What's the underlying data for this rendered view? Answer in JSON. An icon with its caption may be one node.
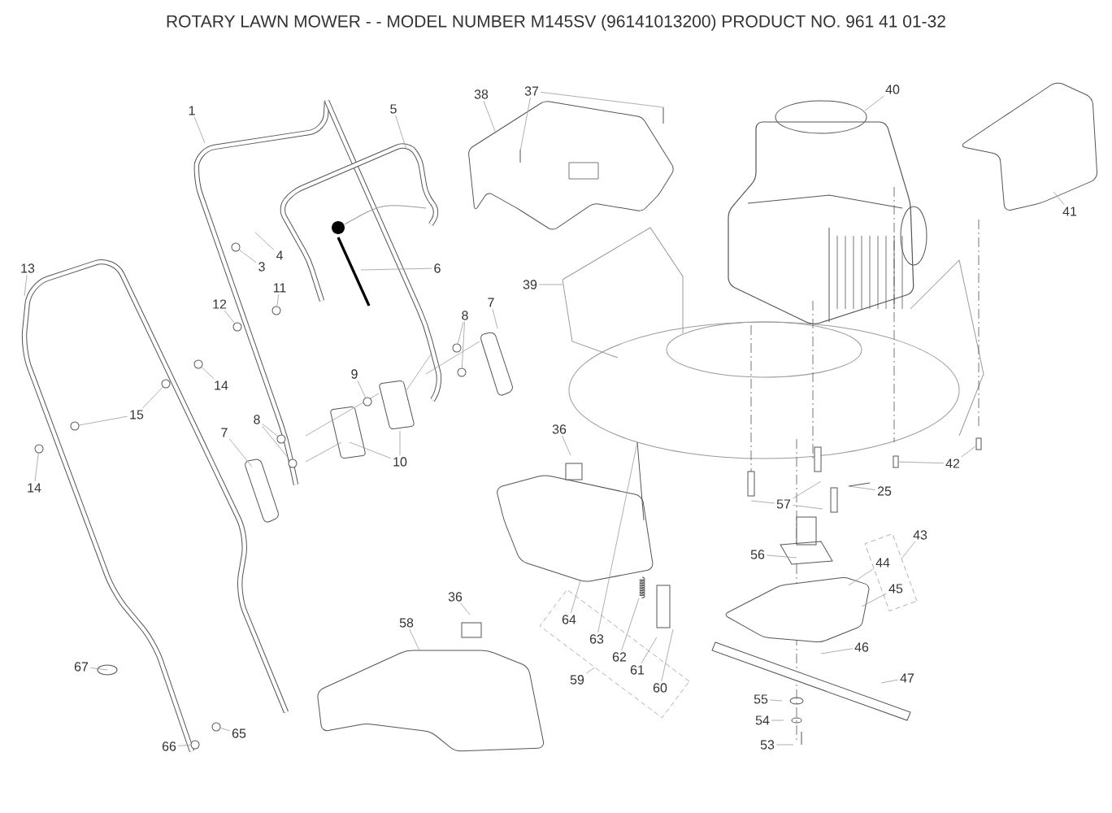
{
  "diagram": {
    "title": "ROTARY LAWN MOWER - - MODEL NUMBER  M145SV  (96141013200) PRODUCT NO. 961 41 01-32",
    "nodes": [
      {
        "text": [
          "38"
        ]
      },
      {
        "text": [
          "37"
        ]
      },
      {
        "text": [
          "40"
        ]
      },
      {
        "text": [
          "1"
        ]
      },
      {
        "text": [
          "5"
        ]
      },
      {
        "text": [
          "41"
        ]
      },
      {
        "text": [
          "4"
        ]
      },
      {
        "text": [
          "3"
        ]
      },
      {
        "text": [
          "6"
        ]
      },
      {
        "text": [
          "13"
        ]
      },
      {
        "text": [
          "11"
        ]
      },
      {
        "text": [
          "39"
        ]
      },
      {
        "text": [
          "12"
        ]
      },
      {
        "text": [
          "7"
        ]
      },
      {
        "text": [
          "8"
        ]
      },
      {
        "text": [
          "9"
        ]
      },
      {
        "text": [
          "14"
        ]
      },
      {
        "text": [
          "15"
        ]
      },
      {
        "text": [
          "7"
        ]
      },
      {
        "text": [
          "8"
        ]
      },
      {
        "text": [
          "36"
        ]
      },
      {
        "text": [
          "10"
        ]
      },
      {
        "text": [
          "42"
        ]
      },
      {
        "text": [
          "14"
        ]
      },
      {
        "text": [
          "25"
        ]
      },
      {
        "text": [
          "57"
        ]
      },
      {
        "text": [
          "43"
        ]
      },
      {
        "text": [],
        "shape": "box"
      },
      {
        "text": [
          "44"
        ],
        "in": 27
      },
      {
        "text": [
          "56"
        ]
      },
      {
        "text": [
          "45"
        ],
        "in": 27
      },
      {
        "text": [
          "36"
        ]
      },
      {
        "text": [],
        "shape": "box"
      },
      {
        "text": [
          "64"
        ],
        "in": 32
      },
      {
        "text": [
          "58"
        ]
      },
      {
        "text": [
          "63"
        ],
        "in": 32
      },
      {
        "text": [
          "46"
        ]
      },
      {
        "text": [
          "62"
        ],
        "in": 32
      },
      {
        "text": [
          "67"
        ]
      },
      {
        "text": [
          "61"
        ],
        "in": 32
      },
      {
        "text": [
          "59"
        ]
      },
      {
        "text": [
          "47"
        ]
      },
      {
        "text": [
          "60"
        ],
        "in": 32
      },
      {
        "text": [
          "55"
        ]
      },
      {
        "text": [
          "54"
        ]
      },
      {
        "text": [
          "65"
        ]
      },
      {
        "text": [
          "53"
        ]
      },
      {
        "text": [
          "66"
        ]
      },
      {
        "text": [],
        "shape": "circle"
      },
      {
        "text": [],
        "shape": "circle"
      },
      {
        "text": [],
        "shape": "circle"
      },
      {
        "text": [],
        "shape": "circle"
      },
      {
        "text": [],
        "shape": "circle"
      },
      {
        "text": [],
        "shape": "circle"
      },
      {
        "text": [],
        "shape": "circle"
      },
      {
        "text": [],
        "shape": "circle"
      },
      {
        "text": [],
        "shape": "circle"
      },
      {
        "text": [],
        "shape": "circle"
      },
      {
        "text": [],
        "shape": "circle"
      },
      {
        "text": [],
        "shape": "circle"
      },
      {
        "text": [],
        "shape": "circle"
      },
      {
        "text": [],
        "shape": "circle"
      },
      {
        "text": [],
        "shape": "box"
      },
      {
        "text": [],
        "shape": "box"
      }
    ],
    "edges": [
      {
        "from": 0,
        "to": null,
        "arrow": "none"
      },
      {
        "from": 1,
        "to": null,
        "arrow": "none"
      },
      {
        "from": 1,
        "to": null,
        "arrow": "none"
      },
      {
        "from": 2,
        "to": null,
        "arrow": "none"
      },
      {
        "from": 3,
        "to": null,
        "arrow": "none"
      },
      {
        "from": 4,
        "to": null,
        "arrow": "none"
      },
      {
        "from": 5,
        "to": null,
        "arrow": "none"
      },
      {
        "from": 6,
        "to": null,
        "arrow": "none"
      },
      {
        "from": 7,
        "to": 54,
        "arrow": "none"
      },
      {
        "from": 8,
        "to": null,
        "arrow": "none"
      },
      {
        "from": 9,
        "to": null,
        "arrow": "none"
      },
      {
        "from": 10,
        "to": 56,
        "arrow": "none"
      },
      {
        "from": 11,
        "to": null,
        "arrow": "none"
      },
      {
        "from": 12,
        "to": 55,
        "arrow": "none"
      },
      {
        "from": 13,
        "to": null,
        "arrow": "none"
      },
      {
        "from": 14,
        "to": 60,
        "arrow": "none"
      },
      {
        "from": 14,
        "to": 61,
        "arrow": "none"
      },
      {
        "from": 15,
        "to": 59,
        "arrow": "none"
      },
      {
        "from": 16,
        "to": 52,
        "arrow": "none"
      },
      {
        "from": 17,
        "to": 50,
        "arrow": "none"
      },
      {
        "from": 17,
        "to": 49,
        "arrow": "none"
      },
      {
        "from": 18,
        "to": null,
        "arrow": "none"
      },
      {
        "from": 19,
        "to": 57,
        "arrow": "none"
      },
      {
        "from": 19,
        "to": 58,
        "arrow": "none"
      },
      {
        "from": 20,
        "to": null,
        "arrow": "none"
      },
      {
        "from": 21,
        "to": null,
        "arrow": "none"
      },
      {
        "from": 21,
        "to": null,
        "arrow": "none"
      },
      {
        "from": 22,
        "to": 62,
        "arrow": "none"
      },
      {
        "from": 22,
        "to": 63,
        "arrow": "none"
      },
      {
        "from": 23,
        "to": 48,
        "arrow": "none"
      },
      {
        "from": 24,
        "to": null,
        "arrow": "none"
      },
      {
        "from": 25,
        "to": null,
        "arrow": "none"
      },
      {
        "from": 25,
        "to": null,
        "arrow": "none"
      },
      {
        "from": 25,
        "to": null,
        "arrow": "none"
      },
      {
        "from": 26,
        "to": 27,
        "arrow": "none"
      },
      {
        "from": 28,
        "to": null,
        "arrow": "none"
      },
      {
        "from": 29,
        "to": null,
        "arrow": "none"
      },
      {
        "from": 30,
        "to": null,
        "arrow": "none"
      },
      {
        "from": 31,
        "to": null,
        "arrow": "none"
      },
      {
        "from": 33,
        "to": null,
        "arrow": "none"
      },
      {
        "from": 34,
        "to": null,
        "arrow": "none"
      },
      {
        "from": 35,
        "to": null,
        "arrow": "none"
      },
      {
        "from": 36,
        "to": null,
        "arrow": "none"
      },
      {
        "from": 37,
        "to": null,
        "arrow": "none"
      },
      {
        "from": 38,
        "to": null,
        "arrow": "none"
      },
      {
        "from": 39,
        "to": null,
        "arrow": "none"
      },
      {
        "from": 40,
        "to": 32,
        "arrow": "none"
      },
      {
        "from": 42,
        "to": null,
        "arrow": "none"
      },
      {
        "from": 41,
        "to": null,
        "arrow": "none"
      },
      {
        "from": 43,
        "to": null,
        "arrow": "none"
      },
      {
        "from": 44,
        "to": null,
        "arrow": "none"
      },
      {
        "from": 45,
        "to": 53,
        "arrow": "none"
      },
      {
        "from": 46,
        "to": null,
        "arrow": "none"
      },
      {
        "from": 47,
        "to": 51,
        "arrow": "none"
      }
    ]
  }
}
